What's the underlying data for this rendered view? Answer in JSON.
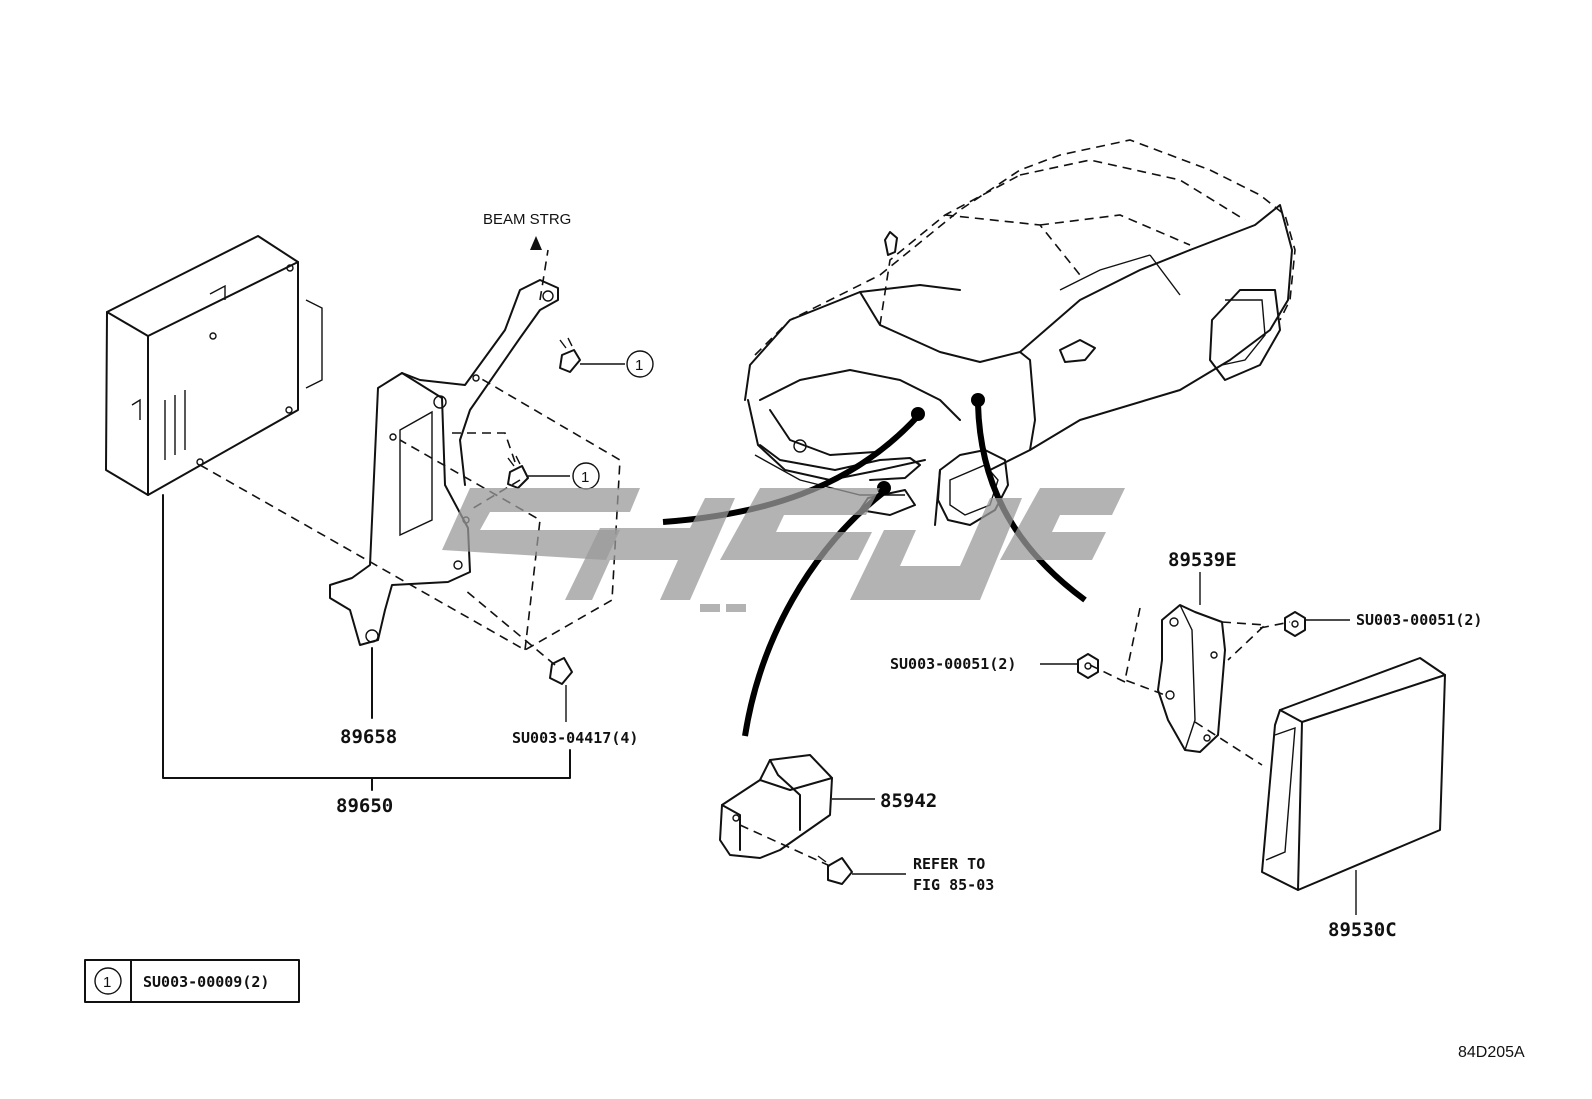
{
  "labels": {
    "beam_strg": "BEAM STRG",
    "p89658": "89658",
    "p89650": "89650",
    "su003_04417": "SU003-04417(4)",
    "p85942": "85942",
    "refer_to_line1": "REFER TO",
    "refer_to_line2": "FIG 85-03",
    "p89539e": "89539E",
    "su003_00051_right": "SU003-00051(2)",
    "su003_00051_left": "SU003-00051(2)",
    "p89530c": "89530C",
    "callout_1": "1"
  },
  "legend": {
    "symbol": "1",
    "part": "SU003-00009(2)"
  },
  "figure_ref": "84D205A",
  "icons": [
    "control-module-icon",
    "mounting-bracket-icon",
    "bolt-icon",
    "nut-icon",
    "car-outline-icon",
    "sensor-icon",
    "watermark-logo"
  ]
}
